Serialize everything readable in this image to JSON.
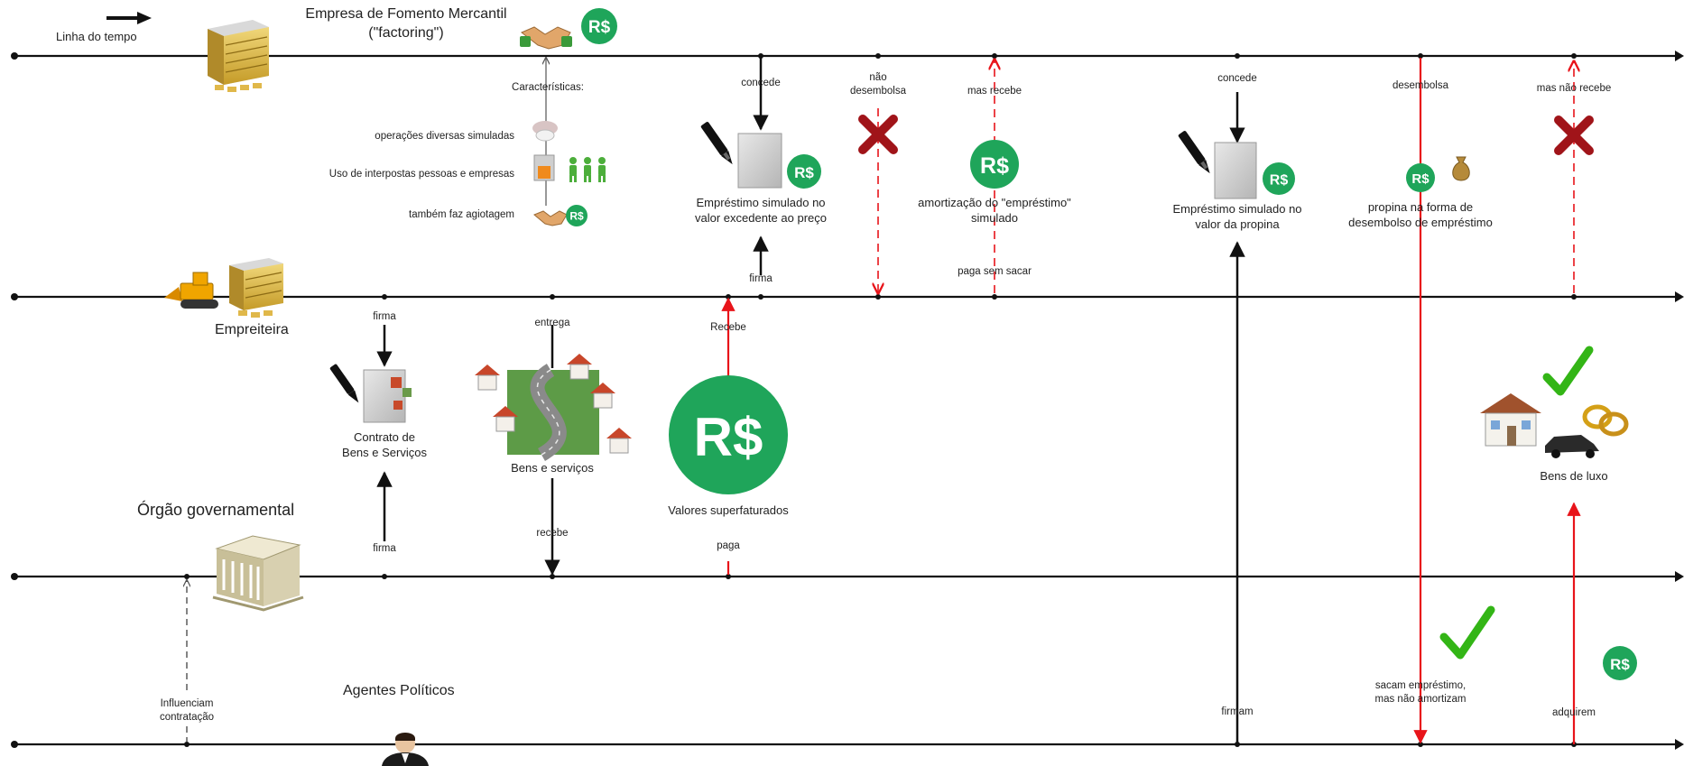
{
  "legend": {
    "timeline_label": "Linha do tempo"
  },
  "actors": {
    "factoring": {
      "line1": "Empresa de Fomento Mercantil",
      "line2": "(\"factoring\")"
    },
    "contractor": "Empreiteira",
    "government": "Órgão governamental",
    "politicians": "Agentes Políticos"
  },
  "money_symbol": "R$",
  "characteristics": {
    "title": "Características:",
    "items": [
      "operações diversas simuladas",
      "Uso de interpostas pessoas e empresas",
      "também faz agiotagem"
    ]
  },
  "labels": {
    "concede_1": "concede",
    "nao_desembolsa": [
      "não",
      "desembolsa"
    ],
    "mas_recebe": "mas recebe",
    "concede_2": "concede",
    "desembolsa": "desembolsa",
    "mas_nao_recebe": "mas não recebe",
    "emprestimo_excedente": [
      "Empréstimo simulado no",
      "valor excedente ao preço"
    ],
    "amortizacao": [
      "amortização do \"empréstimo\"",
      "simulado"
    ],
    "emprestimo_propina": [
      "Empréstimo simulado no",
      "valor da propina"
    ],
    "propina_forma": [
      "propina na forma de",
      "desembolso de empréstimo"
    ],
    "firma_up": "firma",
    "paga_sem_sacar": "paga sem sacar",
    "firma_contract_top": "firma",
    "entrega": "entrega",
    "recebe_top": "Recebe",
    "contrato": [
      "Contrato de",
      "Bens e Serviços"
    ],
    "bens_servicos": "Bens e serviços",
    "valores_superfaturados": "Valores superfaturados",
    "firma_contract_bottom": "firma",
    "recebe_bottom": "recebe",
    "paga": "paga",
    "bens_luxo": "Bens de luxo",
    "influenciam": [
      "Influenciam",
      "contratação"
    ],
    "firmam": "firmam",
    "sacam": [
      "sacam empréstimo,",
      "mas não amortizam"
    ],
    "adquirem": "adquirem"
  },
  "colors": {
    "timeline": "#111111",
    "money_flow": "#e8141a",
    "money_icon": "#1fa55a",
    "cross": "#a01419",
    "check": "#33b516"
  },
  "icons": [
    "arrow-right-icon",
    "building-icon",
    "handshake-icon",
    "money-icon",
    "bulldozer-icon",
    "pen-icon",
    "document-icon",
    "road-icon",
    "house-icon",
    "people-icon",
    "government-building-icon",
    "person-icon",
    "cross-icon",
    "check-icon",
    "money-bag-icon",
    "rings-icon",
    "car-icon"
  ]
}
